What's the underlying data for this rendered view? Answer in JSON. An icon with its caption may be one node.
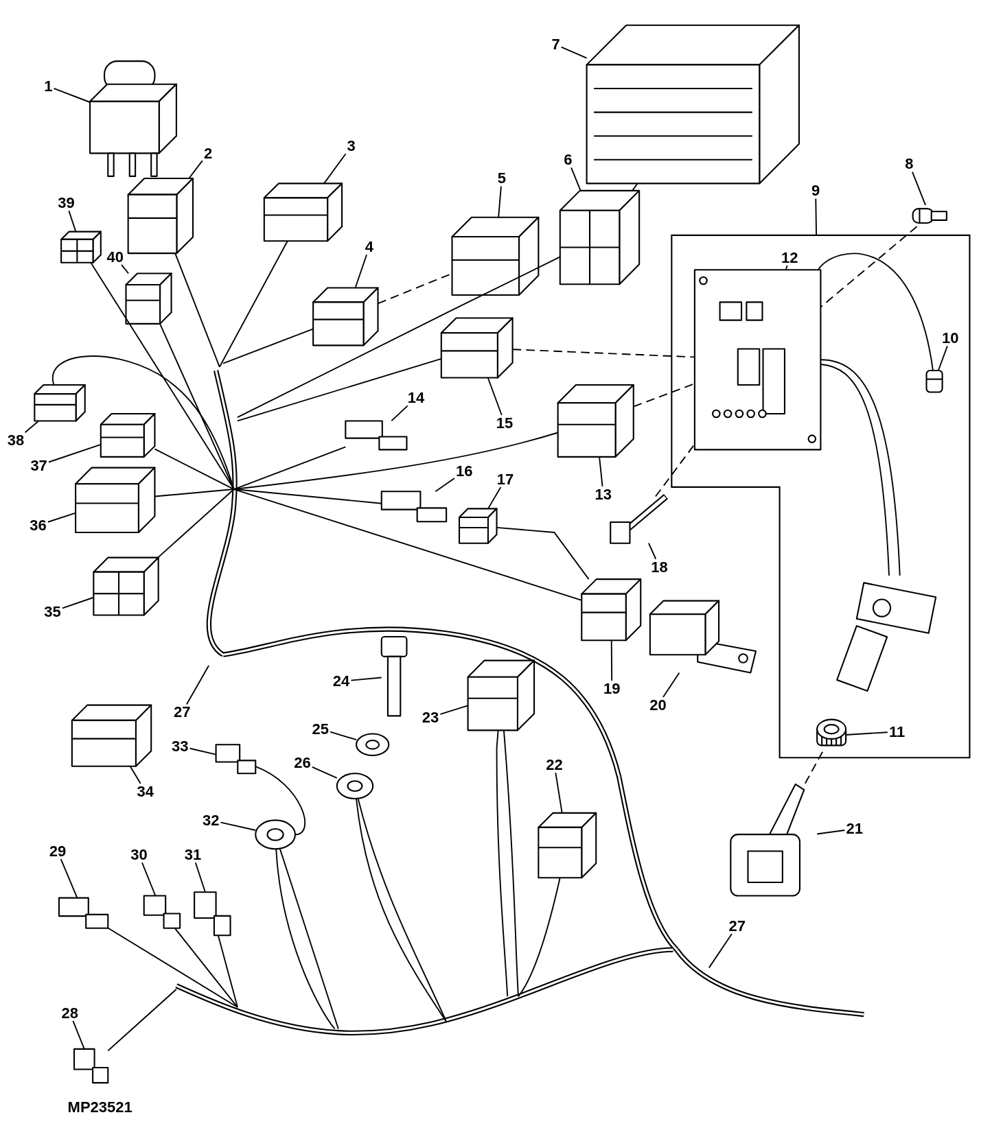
{
  "diagram": {
    "nodes": [
      {
        "text": [
          "1"
        ]
      },
      {
        "text": [],
        "shape": "picture"
      },
      {
        "text": [
          "2"
        ]
      },
      {
        "text": [],
        "shape": "picture"
      },
      {
        "text": [
          "3"
        ]
      },
      {
        "text": [],
        "shape": "picture"
      },
      {
        "text": [
          "4"
        ]
      },
      {
        "text": [],
        "shape": "picture"
      },
      {
        "text": [
          "5"
        ]
      },
      {
        "text": [],
        "shape": "picture"
      },
      {
        "text": [
          "6"
        ]
      },
      {
        "text": [],
        "shape": "picture"
      },
      {
        "text": [
          "7"
        ]
      },
      {
        "text": [],
        "shape": "picture"
      },
      {
        "text": [
          "8"
        ]
      },
      {
        "text": [],
        "shape": "picture"
      },
      {
        "text": [
          "9"
        ]
      },
      {
        "text": [],
        "shape": "box"
      },
      {
        "text": [
          "10"
        ],
        "in": 17
      },
      {
        "text": [],
        "shape": "picture",
        "in": 17
      },
      {
        "text": [
          "11"
        ],
        "in": 17
      },
      {
        "text": [],
        "shape": "picture",
        "in": 17
      },
      {
        "text": [
          "12"
        ],
        "in": 17
      },
      {
        "text": [],
        "shape": "picture",
        "in": 17
      },
      {
        "text": [
          "13"
        ]
      },
      {
        "text": [],
        "shape": "picture"
      },
      {
        "text": [
          "14"
        ]
      },
      {
        "text": [],
        "shape": "picture"
      },
      {
        "text": [
          "15"
        ]
      },
      {
        "text": [],
        "shape": "picture"
      },
      {
        "text": [
          "16"
        ]
      },
      {
        "text": [],
        "shape": "picture"
      },
      {
        "text": [
          "17"
        ]
      },
      {
        "text": [],
        "shape": "picture"
      },
      {
        "text": [
          "18"
        ]
      },
      {
        "text": [],
        "shape": "picture"
      },
      {
        "text": [
          "19"
        ]
      },
      {
        "text": [],
        "shape": "picture"
      },
      {
        "text": [
          "20"
        ]
      },
      {
        "text": [],
        "shape": "picture"
      },
      {
        "text": [
          "21"
        ]
      },
      {
        "text": [],
        "shape": "picture"
      },
      {
        "text": [
          "22"
        ]
      },
      {
        "text": [],
        "shape": "picture"
      },
      {
        "text": [
          "23"
        ]
      },
      {
        "text": [],
        "shape": "picture"
      },
      {
        "text": [
          "24"
        ]
      },
      {
        "text": [],
        "shape": "picture"
      },
      {
        "text": [
          "25"
        ]
      },
      {
        "text": [],
        "shape": "picture"
      },
      {
        "text": [
          "26"
        ]
      },
      {
        "text": [],
        "shape": "picture"
      },
      {
        "text": [
          "27"
        ]
      },
      {
        "text": [
          "27"
        ]
      },
      {
        "text": [
          "28"
        ]
      },
      {
        "text": [],
        "shape": "picture"
      },
      {
        "text": [
          "29"
        ]
      },
      {
        "text": [],
        "shape": "picture"
      },
      {
        "text": [
          "30"
        ]
      },
      {
        "text": [],
        "shape": "picture"
      },
      {
        "text": [
          "31"
        ]
      },
      {
        "text": [],
        "shape": "picture"
      },
      {
        "text": [
          "32"
        ]
      },
      {
        "text": [],
        "shape": "picture"
      },
      {
        "text": [
          "33"
        ]
      },
      {
        "text": [],
        "shape": "picture"
      },
      {
        "text": [
          "34"
        ]
      },
      {
        "text": [],
        "shape": "picture"
      },
      {
        "text": [
          "35"
        ]
      },
      {
        "text": [],
        "shape": "picture"
      },
      {
        "text": [
          "36"
        ]
      },
      {
        "text": [],
        "shape": "picture"
      },
      {
        "text": [
          "37"
        ]
      },
      {
        "text": [],
        "shape": "picture"
      },
      {
        "text": [
          "38"
        ]
      },
      {
        "text": [],
        "shape": "picture"
      },
      {
        "text": [
          "39"
        ]
      },
      {
        "text": [],
        "shape": "picture"
      },
      {
        "text": [
          "40"
        ]
      },
      {
        "text": [],
        "shape": "picture"
      }
    ],
    "edges": [
      {
        "from": 0,
        "to": 1,
        "arrow": "none"
      },
      {
        "from": 2,
        "to": 3,
        "arrow": "none"
      },
      {
        "from": 4,
        "to": 5,
        "arrow": "none"
      },
      {
        "from": 6,
        "to": 7,
        "arrow": "none"
      },
      {
        "from": 8,
        "to": 9,
        "arrow": "none"
      },
      {
        "from": 10,
        "to": 11,
        "arrow": "none"
      },
      {
        "from": 12,
        "to": 13,
        "arrow": "none"
      },
      {
        "from": 14,
        "to": 15,
        "arrow": "none"
      },
      {
        "from": 16,
        "to": 17,
        "arrow": "none"
      },
      {
        "from": 18,
        "to": 19,
        "arrow": "none"
      },
      {
        "from": 20,
        "to": 21,
        "arrow": "none"
      },
      {
        "from": 22,
        "to": 23,
        "arrow": "none"
      },
      {
        "from": 24,
        "to": 25,
        "arrow": "none"
      },
      {
        "from": 26,
        "to": 27,
        "arrow": "none"
      },
      {
        "from": 28,
        "to": 29,
        "arrow": "none"
      },
      {
        "from": 30,
        "to": 31,
        "arrow": "none"
      },
      {
        "from": 32,
        "to": 33,
        "arrow": "none"
      },
      {
        "from": 34,
        "to": 35,
        "arrow": "none"
      },
      {
        "from": 36,
        "to": 37,
        "arrow": "none"
      },
      {
        "from": 38,
        "to": 39,
        "arrow": "none"
      },
      {
        "from": 40,
        "to": 41,
        "arrow": "none"
      },
      {
        "from": 42,
        "to": 43,
        "arrow": "none"
      },
      {
        "from": 44,
        "to": 45,
        "arrow": "none"
      },
      {
        "from": 46,
        "to": 47,
        "arrow": "none"
      },
      {
        "from": 48,
        "to": 49,
        "arrow": "none"
      },
      {
        "from": 50,
        "to": 51,
        "arrow": "none"
      },
      {
        "from": 52,
        "to": null,
        "arrow": "none"
      },
      {
        "from": 53,
        "to": null,
        "arrow": "none"
      },
      {
        "from": 54,
        "to": 55,
        "arrow": "none"
      },
      {
        "from": 56,
        "to": 57,
        "arrow": "none"
      },
      {
        "from": 58,
        "to": 59,
        "arrow": "none"
      },
      {
        "from": 60,
        "to": 61,
        "arrow": "none"
      },
      {
        "from": 62,
        "to": 63,
        "arrow": "none"
      },
      {
        "from": 64,
        "to": 65,
        "arrow": "none"
      },
      {
        "from": 66,
        "to": 67,
        "arrow": "none"
      },
      {
        "from": 68,
        "to": 69,
        "arrow": "none"
      },
      {
        "from": 70,
        "to": 71,
        "arrow": "none"
      },
      {
        "from": 72,
        "to": 73,
        "arrow": "none"
      },
      {
        "from": 74,
        "to": 75,
        "arrow": "none"
      },
      {
        "from": 76,
        "to": 77,
        "arrow": "none"
      },
      {
        "from": 78,
        "to": 79,
        "arrow": "none"
      },
      {
        "from": 7,
        "to": 9,
        "arrow": "none",
        "style": "dashed"
      },
      {
        "from": 11,
        "to": 13,
        "arrow": "none",
        "style": "dashed"
      },
      {
        "from": 29,
        "to": 23,
        "arrow": "none",
        "style": "dashed"
      },
      {
        "from": 25,
        "to": 23,
        "arrow": "none",
        "style": "dashed"
      },
      {
        "from": 35,
        "to": 23,
        "arrow": "none",
        "style": "dashed"
      },
      {
        "from": 15,
        "to": 23,
        "arrow": "none",
        "style": "dashed"
      },
      {
        "from": 21,
        "to": 41,
        "arrow": "none",
        "style": "dashed"
      },
      {
        "from": 3,
        "to": null,
        "arrow": "none"
      },
      {
        "from": 5,
        "to": null,
        "arrow": "none"
      },
      {
        "from": 7,
        "to": null,
        "arrow": "none"
      },
      {
        "from": 11,
        "to": null,
        "arrow": "none"
      },
      {
        "from": 29,
        "to": null,
        "arrow": "none"
      },
      {
        "from": 27,
        "to": null,
        "arrow": "none"
      },
      {
        "from": 25,
        "to": null,
        "arrow": "none"
      },
      {
        "from": 31,
        "to": null,
        "arrow": "none"
      },
      {
        "from": 37,
        "to": null,
        "arrow": "none"
      },
      {
        "from": 73,
        "to": null,
        "arrow": "none"
      },
      {
        "from": 71,
        "to": null,
        "arrow": "none"
      },
      {
        "from": 69,
        "to": null,
        "arrow": "none"
      },
      {
        "from": 77,
        "to": null,
        "arrow": "none"
      },
      {
        "from": 79,
        "to": null,
        "arrow": "none"
      },
      {
        "from": 75,
        "to": null,
        "arrow": "none"
      },
      {
        "from": 33,
        "to": 37,
        "arrow": "none"
      },
      {
        "from": 57,
        "to": null,
        "arrow": "none"
      },
      {
        "from": 59,
        "to": null,
        "arrow": "none"
      },
      {
        "from": 61,
        "to": null,
        "arrow": "none"
      },
      {
        "from": 55,
        "to": null,
        "arrow": "none"
      },
      {
        "from": 63,
        "to": null,
        "arrow": "none"
      },
      {
        "from": 63,
        "to": null,
        "arrow": "none"
      },
      {
        "from": 65,
        "to": 63,
        "arrow": "none"
      },
      {
        "from": 51,
        "to": null,
        "arrow": "none"
      },
      {
        "from": 51,
        "to": null,
        "arrow": "none"
      },
      {
        "from": 45,
        "to": null,
        "arrow": "none"
      },
      {
        "from": 45,
        "to": null,
        "arrow": "none"
      },
      {
        "from": 43,
        "to": null,
        "arrow": "none"
      },
      {
        "from": 23,
        "to": 19,
        "arrow": "none"
      },
      {
        "from": 23,
        "to": null,
        "arrow": "none"
      },
      {
        "from": 23,
        "to": null,
        "arrow": "none"
      }
    ],
    "labels": [
      "MP23521"
    ]
  }
}
